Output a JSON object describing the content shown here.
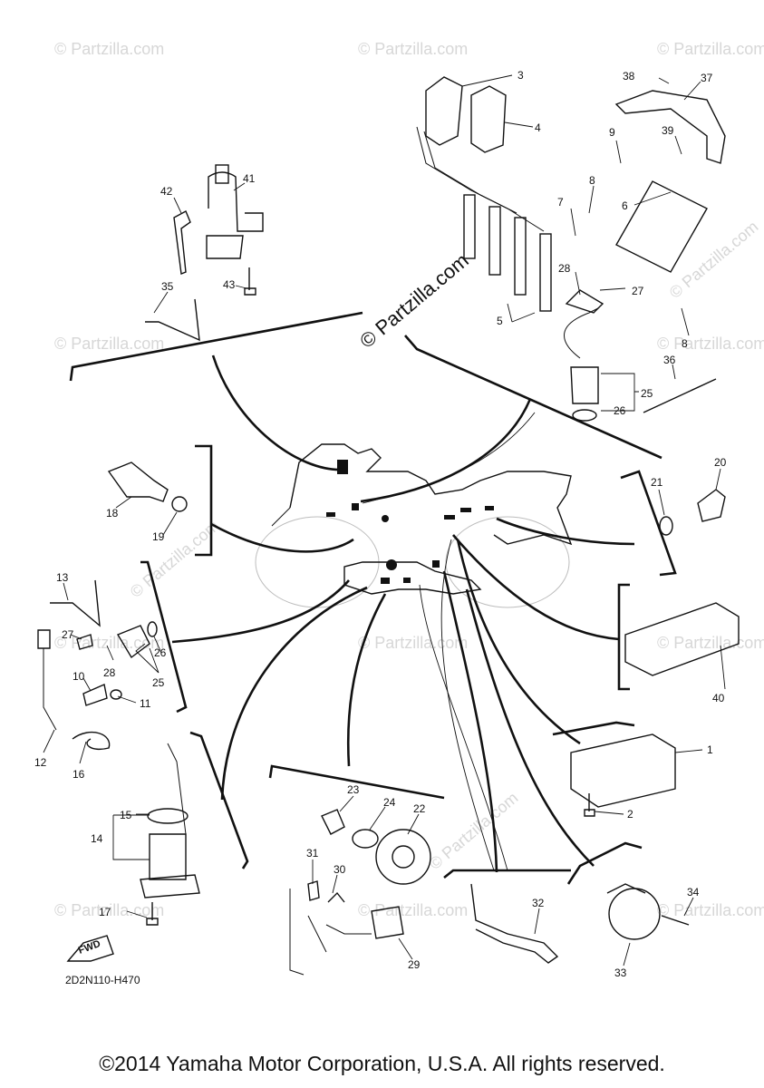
{
  "watermark": {
    "text": "© Partzilla.com",
    "center_text": "© Partzilla.com"
  },
  "diagram_code": "2D2N110-H470",
  "fwd_label": "FWD",
  "copyright": "©2014 Yamaha Motor Corporation, U.S.A. All rights reserved.",
  "callouts": [
    "1",
    "2",
    "3",
    "4",
    "5",
    "6",
    "7",
    "8",
    "9",
    "10",
    "11",
    "12",
    "13",
    "14",
    "15",
    "16",
    "17",
    "18",
    "19",
    "20",
    "21",
    "22",
    "23",
    "24",
    "25",
    "26",
    "27",
    "28",
    "29",
    "30",
    "31",
    "32",
    "33",
    "34",
    "35",
    "36",
    "37",
    "38",
    "39",
    "40",
    "41",
    "42",
    "43"
  ]
}
